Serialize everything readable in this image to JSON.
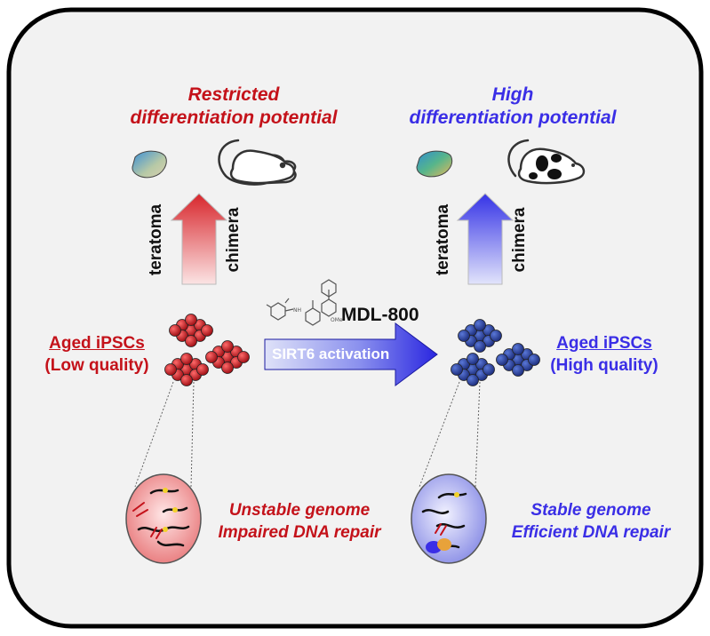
{
  "left_panel": {
    "title_line1": "Restricted",
    "title_line2": "differentiation potential",
    "arrow_left_label": "teratoma",
    "arrow_right_label": "chimera",
    "cells_title": "Aged iPSCs",
    "cells_subtitle": "(Low quality)",
    "genome_line1": "Unstable genome",
    "genome_line2": "Impaired DNA repair",
    "color": "#c4121a"
  },
  "right_panel": {
    "title_line1": "High",
    "title_line2": "differentiation potential",
    "arrow_left_label": "teratoma",
    "arrow_right_label": "chimera",
    "cells_title": "Aged iPSCs",
    "cells_subtitle": "(High quality)",
    "genome_line1": "Stable genome",
    "genome_line2": "Efficient DNA repair",
    "color": "#3a2ee6"
  },
  "center": {
    "drug_name": "MDL-800",
    "arrow_label": "SIRT6 activation"
  }
}
